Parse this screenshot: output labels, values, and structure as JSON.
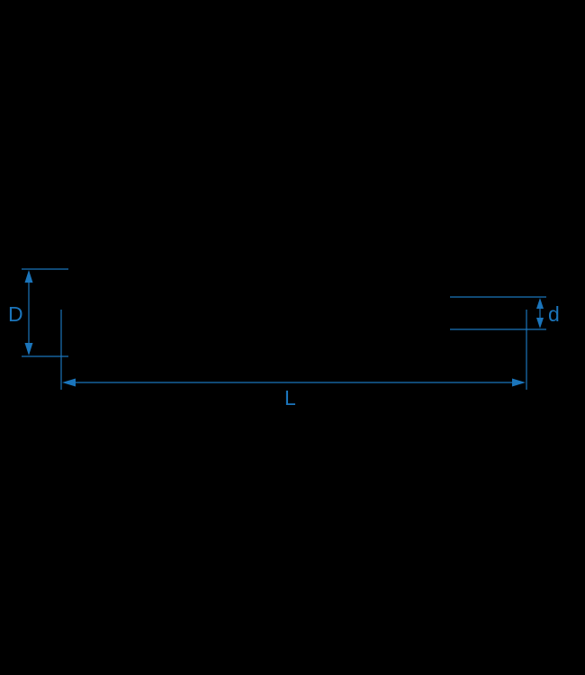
{
  "colors": {
    "background": "#000000",
    "dimension": "#1b75bb"
  },
  "dimensions": {
    "head_diameter": {
      "label": "D"
    },
    "shank_diameter": {
      "label": "d"
    },
    "length": {
      "label": "L"
    }
  }
}
